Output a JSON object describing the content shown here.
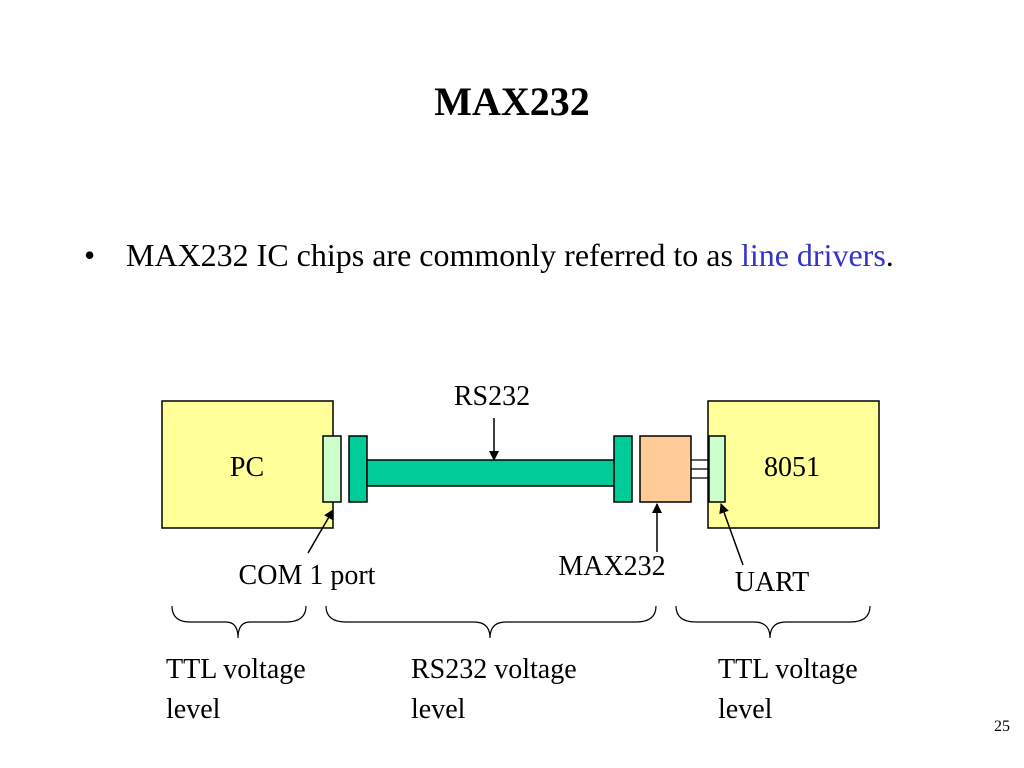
{
  "slide": {
    "title": "MAX232",
    "bullet": {
      "symbol": "•",
      "text_before": "MAX232 IC chips are commonly referred to as",
      "highlight": "line drivers",
      "text_after": ".",
      "highlight_color": "#3333cc"
    },
    "page_number": "25"
  },
  "diagram": {
    "pc_label": "PC",
    "mcu_label": "8051",
    "cable_label": "RS232",
    "com_port_label": "COM 1 port",
    "max232_label": "MAX232",
    "uart_label": "UART",
    "groups": [
      {
        "line1": "TTL voltage",
        "line2": "level"
      },
      {
        "line1": "RS232 voltage",
        "line2": "level"
      },
      {
        "line1": "TTL voltage",
        "line2": "level"
      }
    ],
    "colors": {
      "box_fill": "#ffff99",
      "cable_fill": "#00cc99",
      "port_fill": "#ccffcc",
      "max232_fill": "#ffcc99"
    }
  }
}
